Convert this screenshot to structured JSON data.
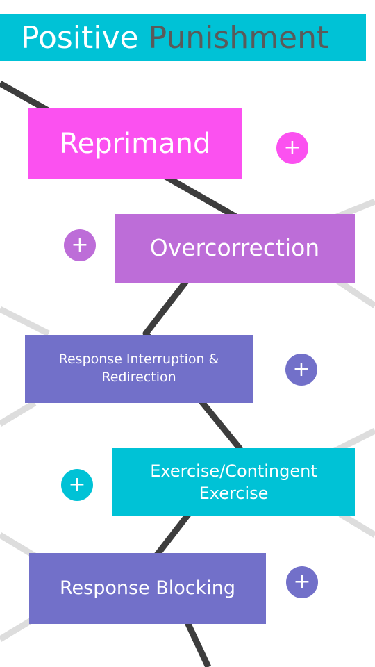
{
  "title": {
    "word1": "Positive",
    "word2": "Punishment"
  },
  "colors": {
    "title_bg": "#00c2d6",
    "title_word1": "#ffffff",
    "title_word2": "#5a5a5a",
    "connector_dark": "#3d3d3d",
    "connector_light": "#dddddd",
    "magenta": "#fb51f0",
    "purple": "#bd6dd8",
    "indigo": "#7270c9",
    "cyan": "#00c2d6"
  },
  "items": [
    {
      "label": "Reprimand",
      "color": "#fb51f0",
      "plus_color": "#fb51f0",
      "plus_symbol": "+"
    },
    {
      "label": "Overcorrection",
      "color": "#bd6dd8",
      "plus_color": "#bd6dd8",
      "plus_symbol": "+"
    },
    {
      "label": "Response Interruption & Redirection",
      "color": "#7270c9",
      "plus_color": "#7270c9",
      "plus_symbol": "+"
    },
    {
      "label": "Exercise/Contingent Exercise",
      "color": "#00c2d6",
      "plus_color": "#00c2d6",
      "plus_symbol": "+"
    },
    {
      "label": "Response Blocking",
      "color": "#7270c9",
      "plus_color": "#7270c9",
      "plus_symbol": "+"
    }
  ]
}
